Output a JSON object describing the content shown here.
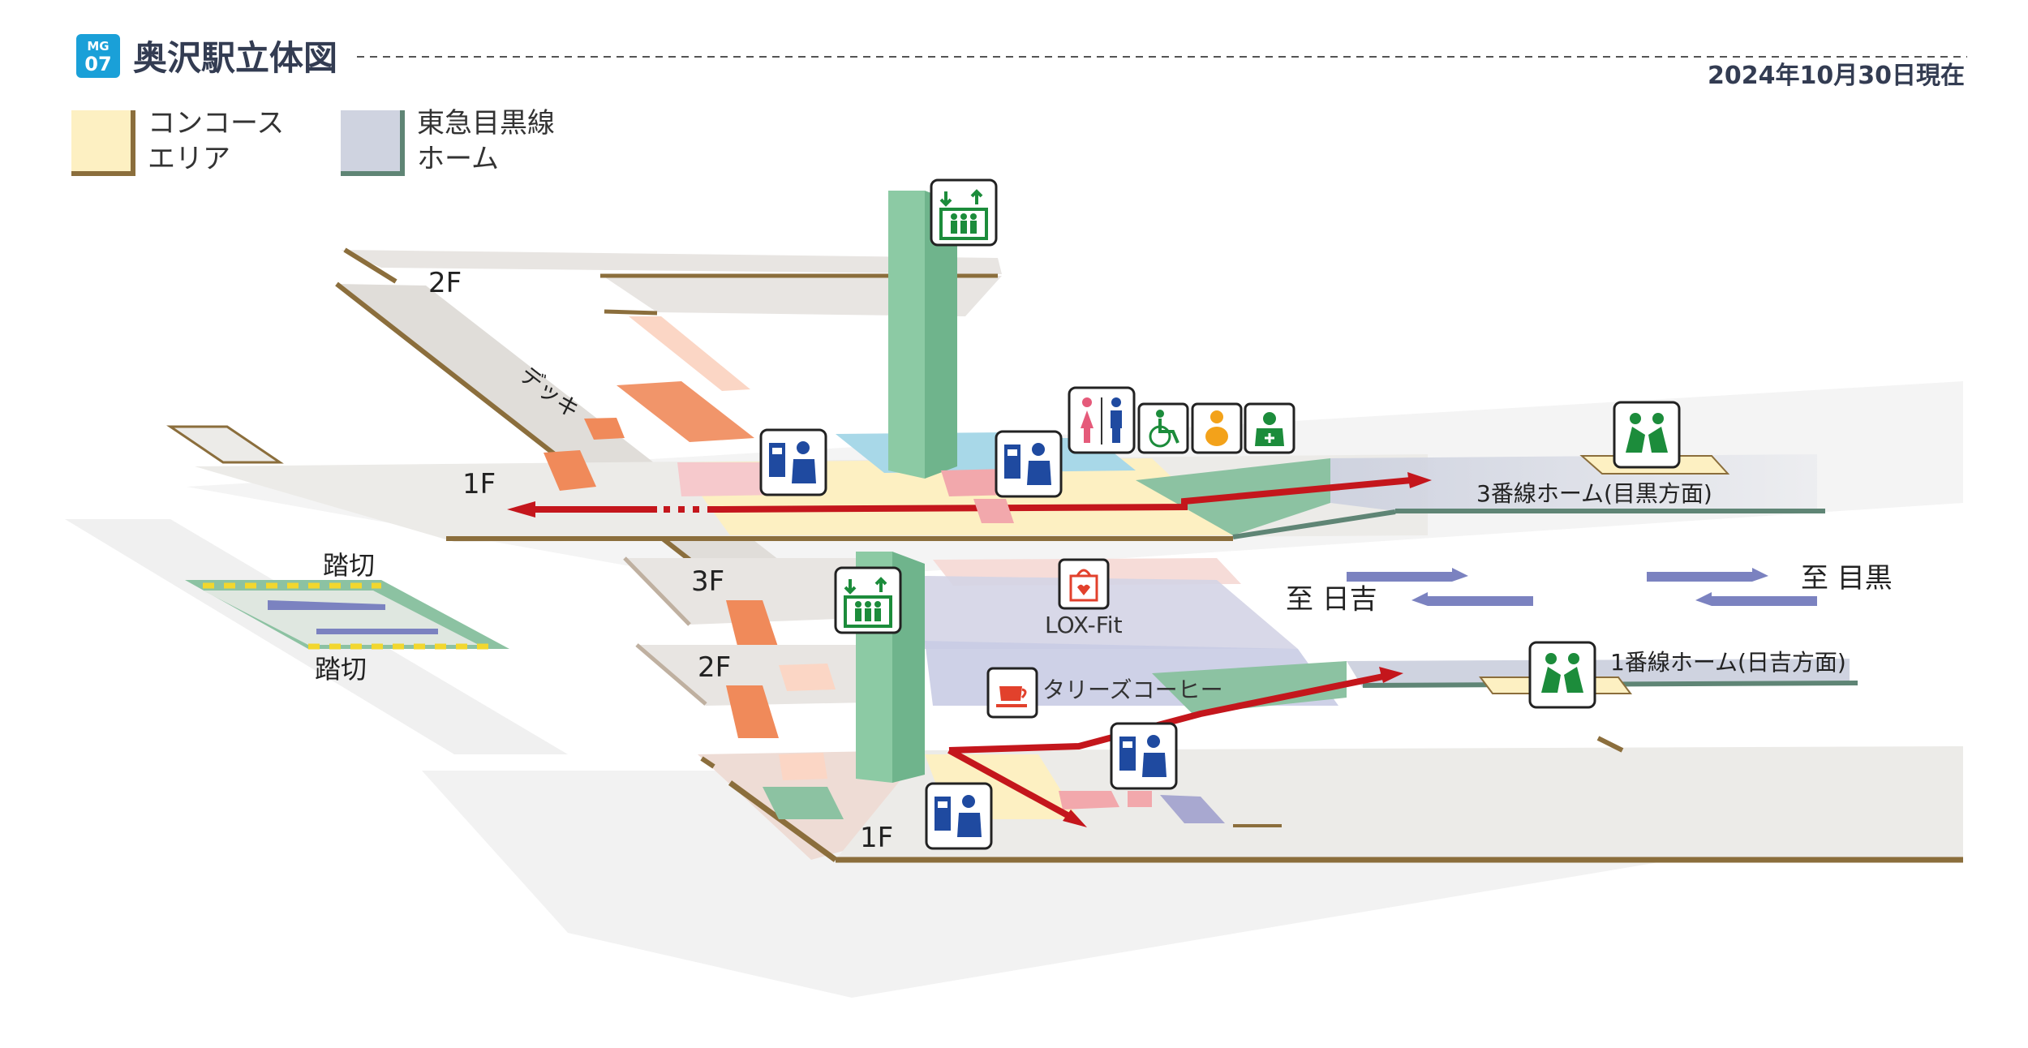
{
  "header": {
    "station_code_line": "MG",
    "station_code_number": "07",
    "title": "奥沢駅立体図",
    "date": "2024年10月30日現在"
  },
  "legend": [
    {
      "line1": "コンコース",
      "line2": "エリア",
      "color": "#fdf0c2",
      "edge": "#8b6e3c"
    },
    {
      "line1": "東急目黒線",
      "line2": "ホーム",
      "color": "#cfd3e0",
      "edge": "#5f8575"
    }
  ],
  "labels": {
    "upper_2f": "2F",
    "upper_1f": "1F",
    "deck": "デッキ",
    "crossing_top": "踏切",
    "crossing_bottom": "踏切",
    "lower_3f": "3F",
    "lower_2f": "2F",
    "lower_1f": "1F",
    "platform3": "3番線ホーム(目黒方面)",
    "platform1": "1番線ホーム(日吉方面)",
    "to_hiyoshi": "至 日吉",
    "to_meguro": "至 目黒",
    "lox_fit": "LOX-Fit",
    "tullys": "タリーズコーヒー"
  },
  "colors": {
    "concourse": "#fdf0c2",
    "platform": "#cfd3e0",
    "elevator": "#8ccaa4",
    "route": "#c4161c",
    "stairs": "#f08a5a",
    "ticket_icon": "#1f4aa0",
    "green_icon": "#1c8c3b"
  },
  "icons": [
    "elevator-icon",
    "ticket-machine-icon",
    "restroom-icon",
    "wheelchair-icon",
    "baby-icon",
    "first-aid-icon",
    "waiting-bench-icon",
    "shop-bag-icon",
    "coffee-icon"
  ]
}
